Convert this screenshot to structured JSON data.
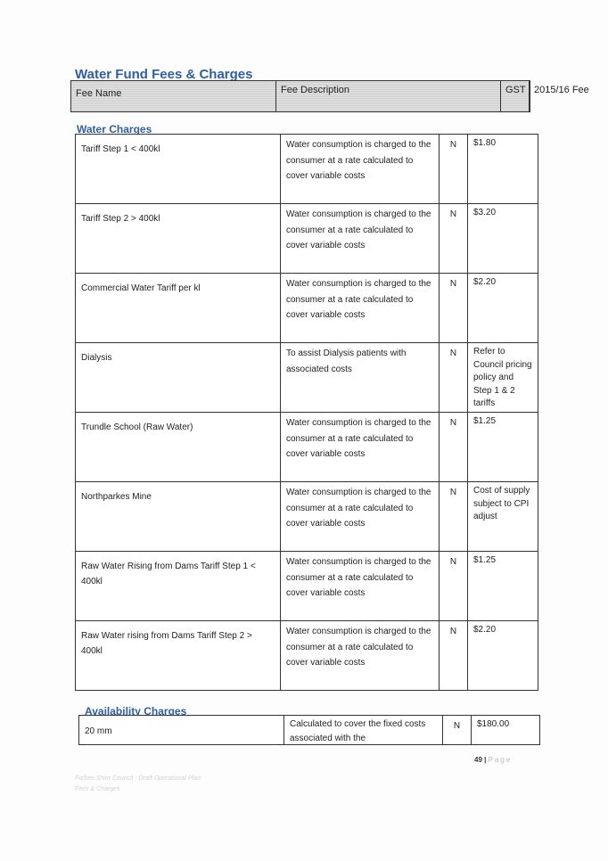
{
  "doc": {
    "title": "Water Fund Fees & Charges",
    "headers": [
      "Fee Name",
      "Fee Description",
      "GST",
      "2015/16 Fee"
    ],
    "sections": [
      {
        "name": "Water Charges",
        "rows": [
          {
            "name": "Tariff Step 1 < 400kl",
            "desc": "Water consumption is charged to the consumer at a rate calculated to cover variable costs",
            "gst": "N",
            "fee": "$1.80"
          },
          {
            "name": "Tariff Step 2 > 400kl",
            "desc": "Water consumption is charged to the consumer at a rate calculated to cover variable costs",
            "gst": "N",
            "fee": "$3.20"
          },
          {
            "name": "Commercial Water Tariff per kl",
            "desc": "Water consumption is charged to the consumer at a rate calculated to cover variable costs",
            "gst": "N",
            "fee": "$2.20"
          },
          {
            "name": "Dialysis",
            "desc": "To assist Dialysis patients with associated costs",
            "gst": "N",
            "fee": "Refer to Council pricing policy and Step 1 & 2 tariffs"
          },
          {
            "name": "Trundle School (Raw Water)",
            "desc": "Water consumption is charged to the consumer at a rate calculated to cover variable costs",
            "gst": "N",
            "fee": "$1.25"
          },
          {
            "name": "Northparkes Mine",
            "desc": "Water consumption is charged to the consumer at a rate calculated to cover variable costs",
            "gst": "N",
            "fee": "Cost of supply subject to CPI adjust"
          },
          {
            "name": "Raw Water Rising from Dams Tariff Step 1 < 400kl",
            "desc": "Water consumption is charged to the consumer at a rate calculated to cover variable costs",
            "gst": "N",
            "fee": "$1.25"
          },
          {
            "name": "Raw Water rising from Dams Tariff Step 2 > 400kl",
            "desc": "Water consumption is charged to the consumer at a rate calculated to cover variable costs",
            "gst": "N",
            "fee": "$2.20"
          }
        ]
      },
      {
        "name": "Availability Charges",
        "rows": [
          {
            "name": "20 mm",
            "desc": "Calculated to cover the fixed costs associated with the",
            "gst": "N",
            "fee": "$180.00"
          }
        ]
      }
    ],
    "page_number": "49 |",
    "page_word": "Page",
    "footer_line1": "Forbes Shire Council · Draft Operational Plan",
    "footer_line2": "Fees & Charges"
  }
}
